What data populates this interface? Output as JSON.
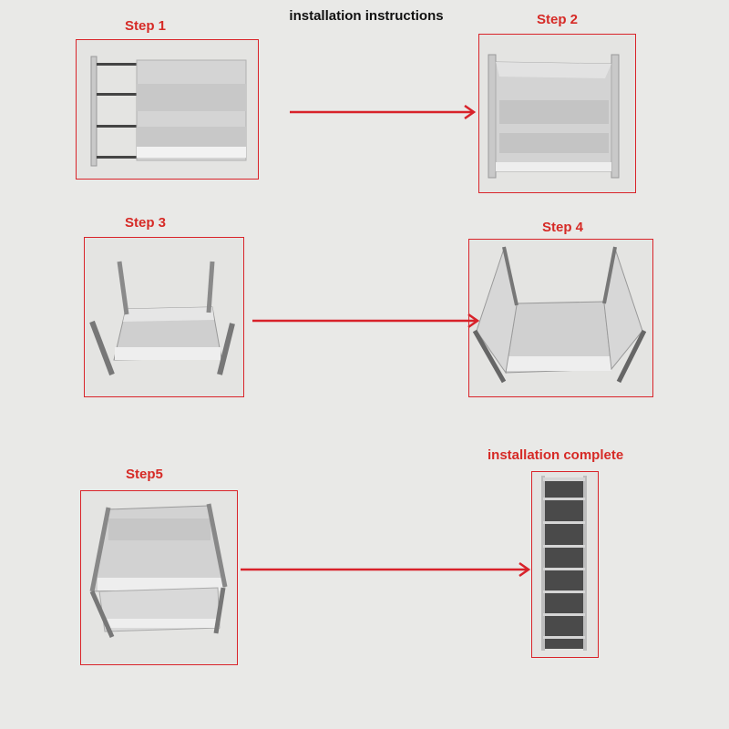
{
  "title": "installation instructions",
  "steps": [
    {
      "label": "Step 1"
    },
    {
      "label": "Step 2"
    },
    {
      "label": "Step 3"
    },
    {
      "label": "Step 4"
    },
    {
      "label": "Step5"
    },
    {
      "label": "installation complete"
    }
  ],
  "colors": {
    "accent": "#d62a26",
    "frame": "#d9242a",
    "arrow": "#d8222a",
    "background": "#e9e9e7"
  }
}
